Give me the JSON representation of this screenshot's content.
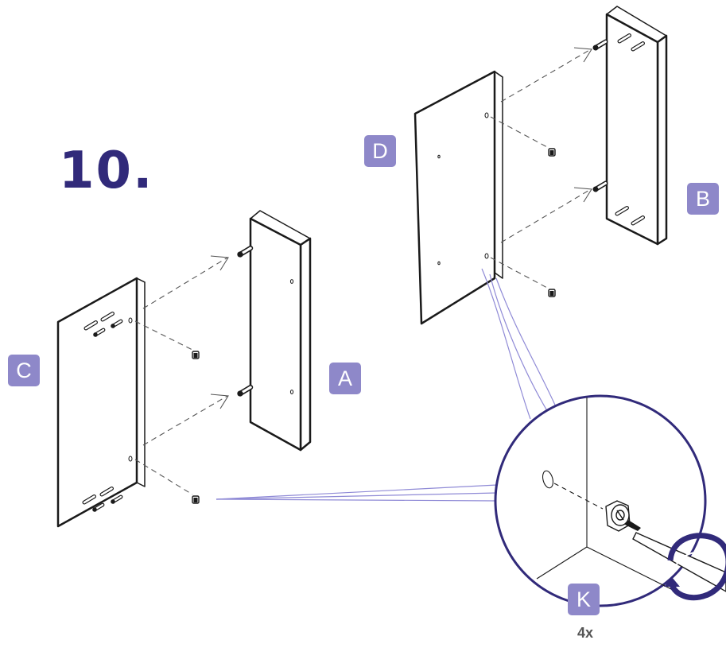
{
  "step": {
    "number": "10."
  },
  "parts": {
    "A": "A",
    "B": "B",
    "C": "C",
    "D": "D",
    "K": "K"
  },
  "hardware": {
    "quantity": "4x"
  },
  "colors": {
    "accent": "#312a7a",
    "label_bg": "#8e88c9",
    "callout_line": "#8f8ad6",
    "line_art": "#1a1a1a",
    "dashed": "#555555"
  },
  "icons": [
    "cam-lock-icon",
    "screwdriver-icon",
    "rotate-arrow-icon",
    "dowel-icon"
  ]
}
